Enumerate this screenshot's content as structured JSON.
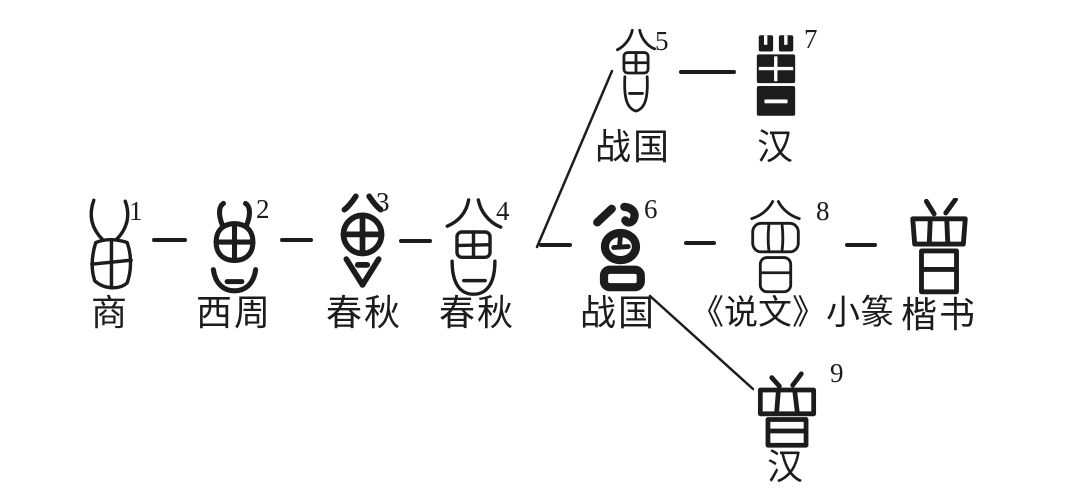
{
  "background": "#ffffff",
  "ink": "#1c1c1c",
  "diagram": {
    "nodes": [
      {
        "number": "1",
        "period": "商"
      },
      {
        "number": "2",
        "period": "西周"
      },
      {
        "number": "3",
        "period": "春秋"
      },
      {
        "number": "4",
        "period": "春秋"
      },
      {
        "number": "5",
        "period": "战国"
      },
      {
        "number": "6",
        "period": "战国"
      },
      {
        "number": "7",
        "period": "汉"
      },
      {
        "number": "8",
        "period": "《说文》小篆"
      },
      {
        "number": "9",
        "period": "汉"
      },
      {
        "number": "",
        "period": "楷书",
        "char": "曾"
      }
    ]
  }
}
